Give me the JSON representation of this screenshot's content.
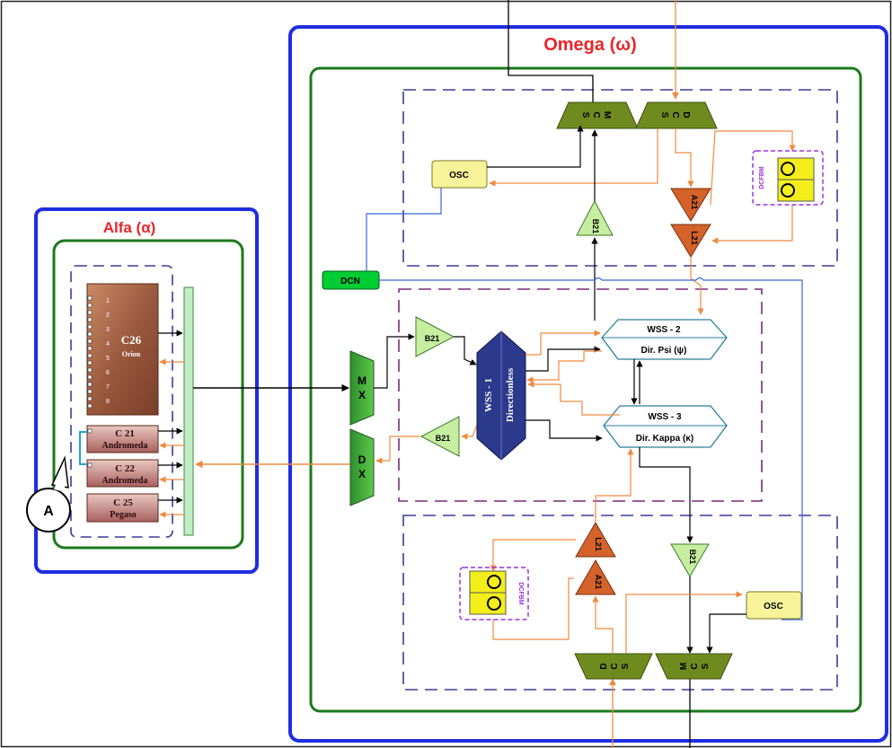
{
  "titles": {
    "omega": "Omega (ω)",
    "alfa": "Alfa (α)"
  },
  "alfa": {
    "c26": {
      "name": "C26",
      "sub": "Orion",
      "ports": [
        "1",
        "2",
        "3",
        "4",
        "5",
        "6",
        "7",
        "8"
      ]
    },
    "c21": {
      "name": "C 21",
      "sub": "Andromeda"
    },
    "c22": {
      "name": "C 22",
      "sub": "Andromeda"
    },
    "c25": {
      "name": "C 25",
      "sub": "Pegaso"
    },
    "callout": "A"
  },
  "omega": {
    "dcn": "DCN",
    "osc_top": "OSC",
    "osc_bottom": "OSC",
    "scm_top": [
      "S",
      "C",
      "M"
    ],
    "scd_top": [
      "S",
      "C",
      "D"
    ],
    "scd_bottom": [
      "S",
      "C",
      "D"
    ],
    "scm_bottom": [
      "S",
      "C",
      "M"
    ],
    "a21_top": "A21",
    "l21_top": "L21",
    "b21_top": "B21",
    "dcfbm_top": "DCFBM",
    "dcfbm_bottom": "DCFBM",
    "l21_bottom": "L21",
    "a21_bottom": "A21",
    "b21_bottom": "B21",
    "mx": [
      "M",
      "X"
    ],
    "dx": [
      "D",
      "X"
    ],
    "b21_mx": "B21",
    "b21_dx": "B21",
    "wss1": {
      "title": "WSS - 1",
      "sub": "Directionless"
    },
    "wss2": {
      "title": "WSS - 2",
      "sub": "Dir. Psi (ψ)"
    },
    "wss3": {
      "title": "WSS - 3",
      "sub": "Dir. Kappa (κ)"
    }
  },
  "colors": {
    "blue_border": "#1f2de0",
    "green_border": "#1b7a1b",
    "dashed_blue": "#3b3b9a",
    "dashed_purple": "#7a2a7a",
    "olive": "#6f8a1f",
    "orange_amp": "#d4622a",
    "light_green": "#c7eea0",
    "yellow": "#f7f39a",
    "dcn_green": "#00cc33",
    "wss_navy": "#2b3a8c",
    "card_brown": "#a8684a",
    "orange_line": "#f08a40"
  }
}
